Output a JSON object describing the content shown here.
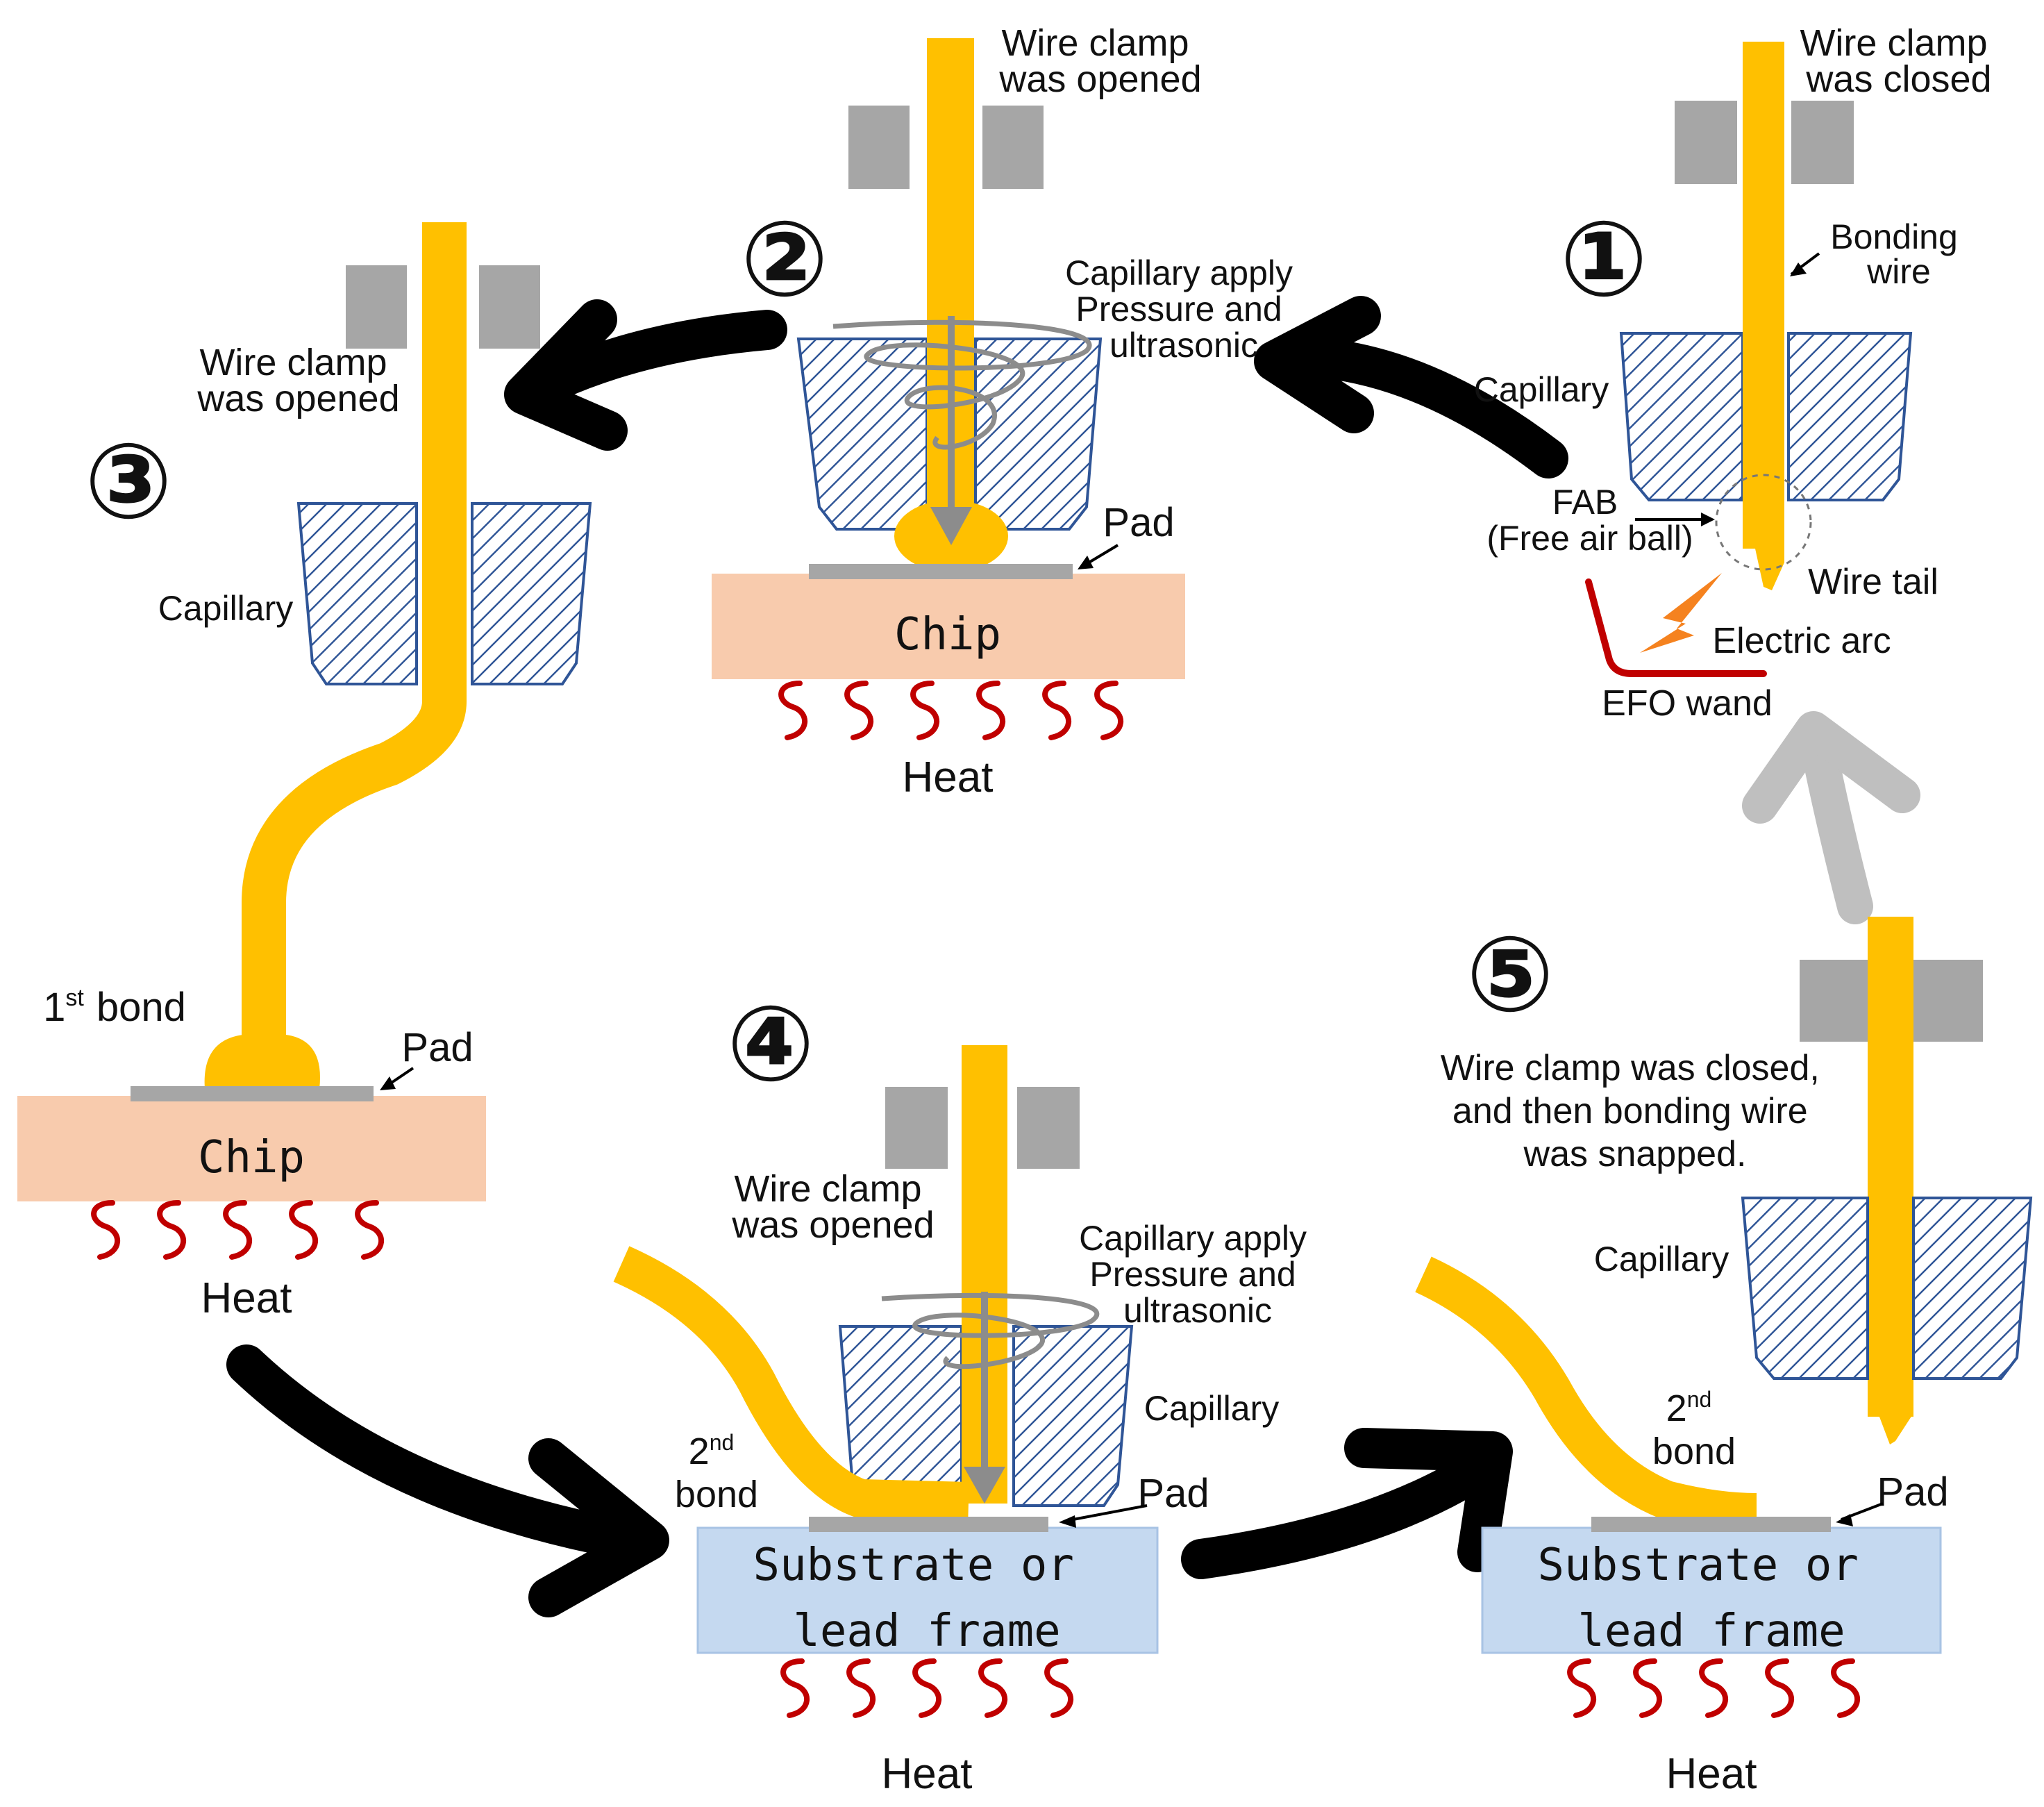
{
  "colors": {
    "wire": "#ffc000",
    "clamp": "#a6a6a6",
    "capillary": "#2f5597",
    "chip": "#f8cbad",
    "substrate": "#c5d9f0",
    "heat": "#c00000",
    "arrow": "#000000",
    "return_arrow": "#bfbfbf",
    "efo_wand": "#c00000",
    "arc": "#f5821f"
  },
  "icons": {
    "step_badge": "circled-number",
    "heat": "wavy-heat-lines",
    "arc": "lightning-bolt-icon",
    "ultrasonic": "spiral-icon"
  },
  "steps": {
    "s1": {
      "number": "①",
      "clamp": [
        "Wire clamp",
        "was closed"
      ],
      "bonding_wire": [
        "Bonding",
        "wire"
      ],
      "capillary": "Capillary",
      "fab": [
        "FAB",
        "(Free air ball)"
      ],
      "wire_tail": "Wire tail",
      "electric_arc": "Electric arc",
      "efo_wand": "EFO wand"
    },
    "s2": {
      "number": "②",
      "clamp": [
        "Wire clamp",
        "was opened"
      ],
      "capillary_apply": [
        "Capillary apply",
        "Pressure and",
        "ultrasonic"
      ],
      "pad": "Pad",
      "chip": "Chip",
      "heat": "Heat"
    },
    "s3": {
      "number": "③",
      "clamp": [
        "Wire clamp",
        "was opened"
      ],
      "capillary": "Capillary",
      "first_bond": "1",
      "first_bond_sup": "st",
      "first_bond_word": "bond",
      "pad": "Pad",
      "chip": "Chip",
      "heat": "Heat"
    },
    "s4": {
      "number": "④",
      "clamp": [
        "Wire clamp",
        "was opened"
      ],
      "capillary_apply": [
        "Capillary apply",
        "Pressure and",
        "ultrasonic"
      ],
      "capillary": "Capillary",
      "second_bond": "2",
      "second_bond_sup": "nd",
      "second_bond_word": "bond",
      "pad": "Pad",
      "substrate": [
        "Substrate or",
        "lead frame"
      ],
      "heat": "Heat"
    },
    "s5": {
      "number": "⑤",
      "note": [
        "Wire clamp was closed,",
        "and then bonding wire",
        "was snapped."
      ],
      "capillary": "Capillary",
      "second_bond": "2",
      "second_bond_sup": "nd",
      "second_bond_word": "bond",
      "pad": "Pad",
      "substrate": [
        "Substrate or",
        "lead frame"
      ],
      "heat": "Heat"
    }
  }
}
